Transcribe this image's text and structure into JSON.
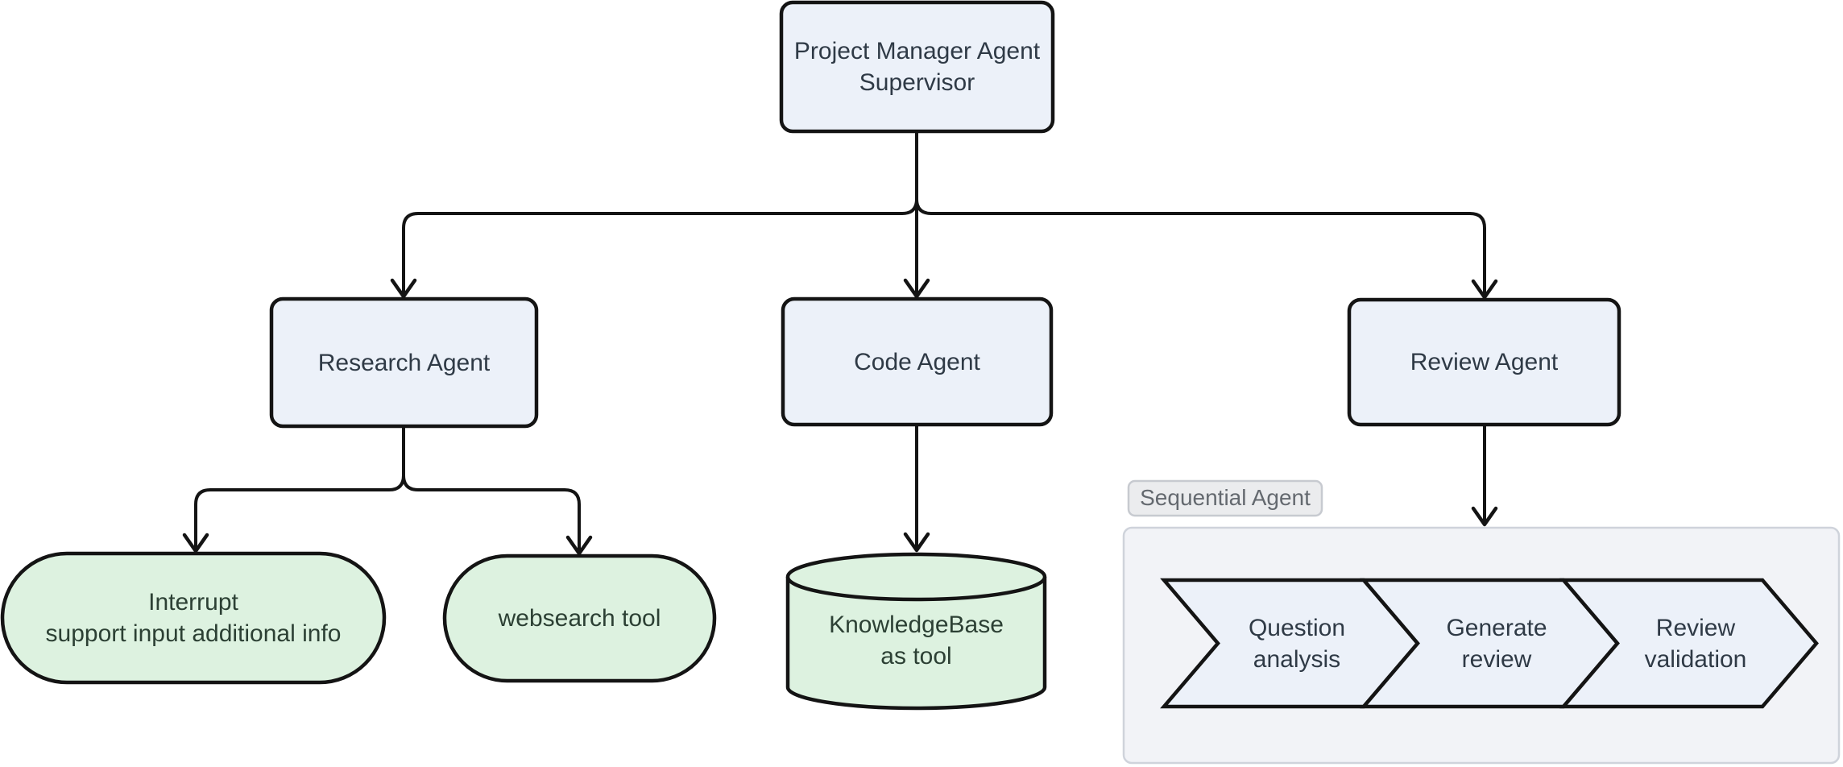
{
  "diagram": {
    "type": "flowchart",
    "direction": "top-down",
    "nodes": {
      "supervisor": {
        "label": "Project Manager Agent\nSupervisor",
        "shape": "rounded-rect",
        "kind": "agent"
      },
      "research": {
        "label": "Research Agent",
        "shape": "rounded-rect",
        "kind": "agent"
      },
      "code": {
        "label": "Code Agent",
        "shape": "rounded-rect",
        "kind": "agent"
      },
      "review": {
        "label": "Review Agent",
        "shape": "rounded-rect",
        "kind": "agent"
      },
      "interrupt": {
        "label": "Interrupt\nsupport input additional info",
        "shape": "stadium",
        "kind": "tool"
      },
      "websearch": {
        "label": "websearch tool",
        "shape": "stadium",
        "kind": "tool"
      },
      "knowledgebase": {
        "label": "KnowledgeBase\nas tool",
        "shape": "cylinder",
        "kind": "tool"
      },
      "question_analysis": {
        "label": "Question\nanalysis",
        "shape": "chevron",
        "kind": "step"
      },
      "generate_review": {
        "label": "Generate\nreview",
        "shape": "chevron",
        "kind": "step"
      },
      "review_validation": {
        "label": "Review\nvalidation",
        "shape": "chevron",
        "kind": "step"
      }
    },
    "cluster": {
      "label": "Sequential Agent",
      "children": [
        "question_analysis",
        "generate_review",
        "review_validation"
      ]
    },
    "edges": [
      {
        "from": "supervisor",
        "to": "research"
      },
      {
        "from": "supervisor",
        "to": "code"
      },
      {
        "from": "supervisor",
        "to": "review"
      },
      {
        "from": "research",
        "to": "interrupt"
      },
      {
        "from": "research",
        "to": "websearch"
      },
      {
        "from": "code",
        "to": "knowledgebase"
      },
      {
        "from": "review",
        "to": "sequential_agent_cluster"
      }
    ],
    "colors": {
      "background": "#ffffff",
      "agent_node_fill": "#ecf1f9",
      "tool_node_fill": "#ddf2e0",
      "node_border": "#141414",
      "edge": "#141414",
      "agent_text": "#2f3a46",
      "tool_text": "#2c4034",
      "cluster_fill": "#f2f3f7",
      "cluster_border": "#cfd3db",
      "cluster_label_fill": "#ebecee",
      "cluster_label_border": "#c7cad0",
      "cluster_label_text": "#64696f"
    }
  }
}
